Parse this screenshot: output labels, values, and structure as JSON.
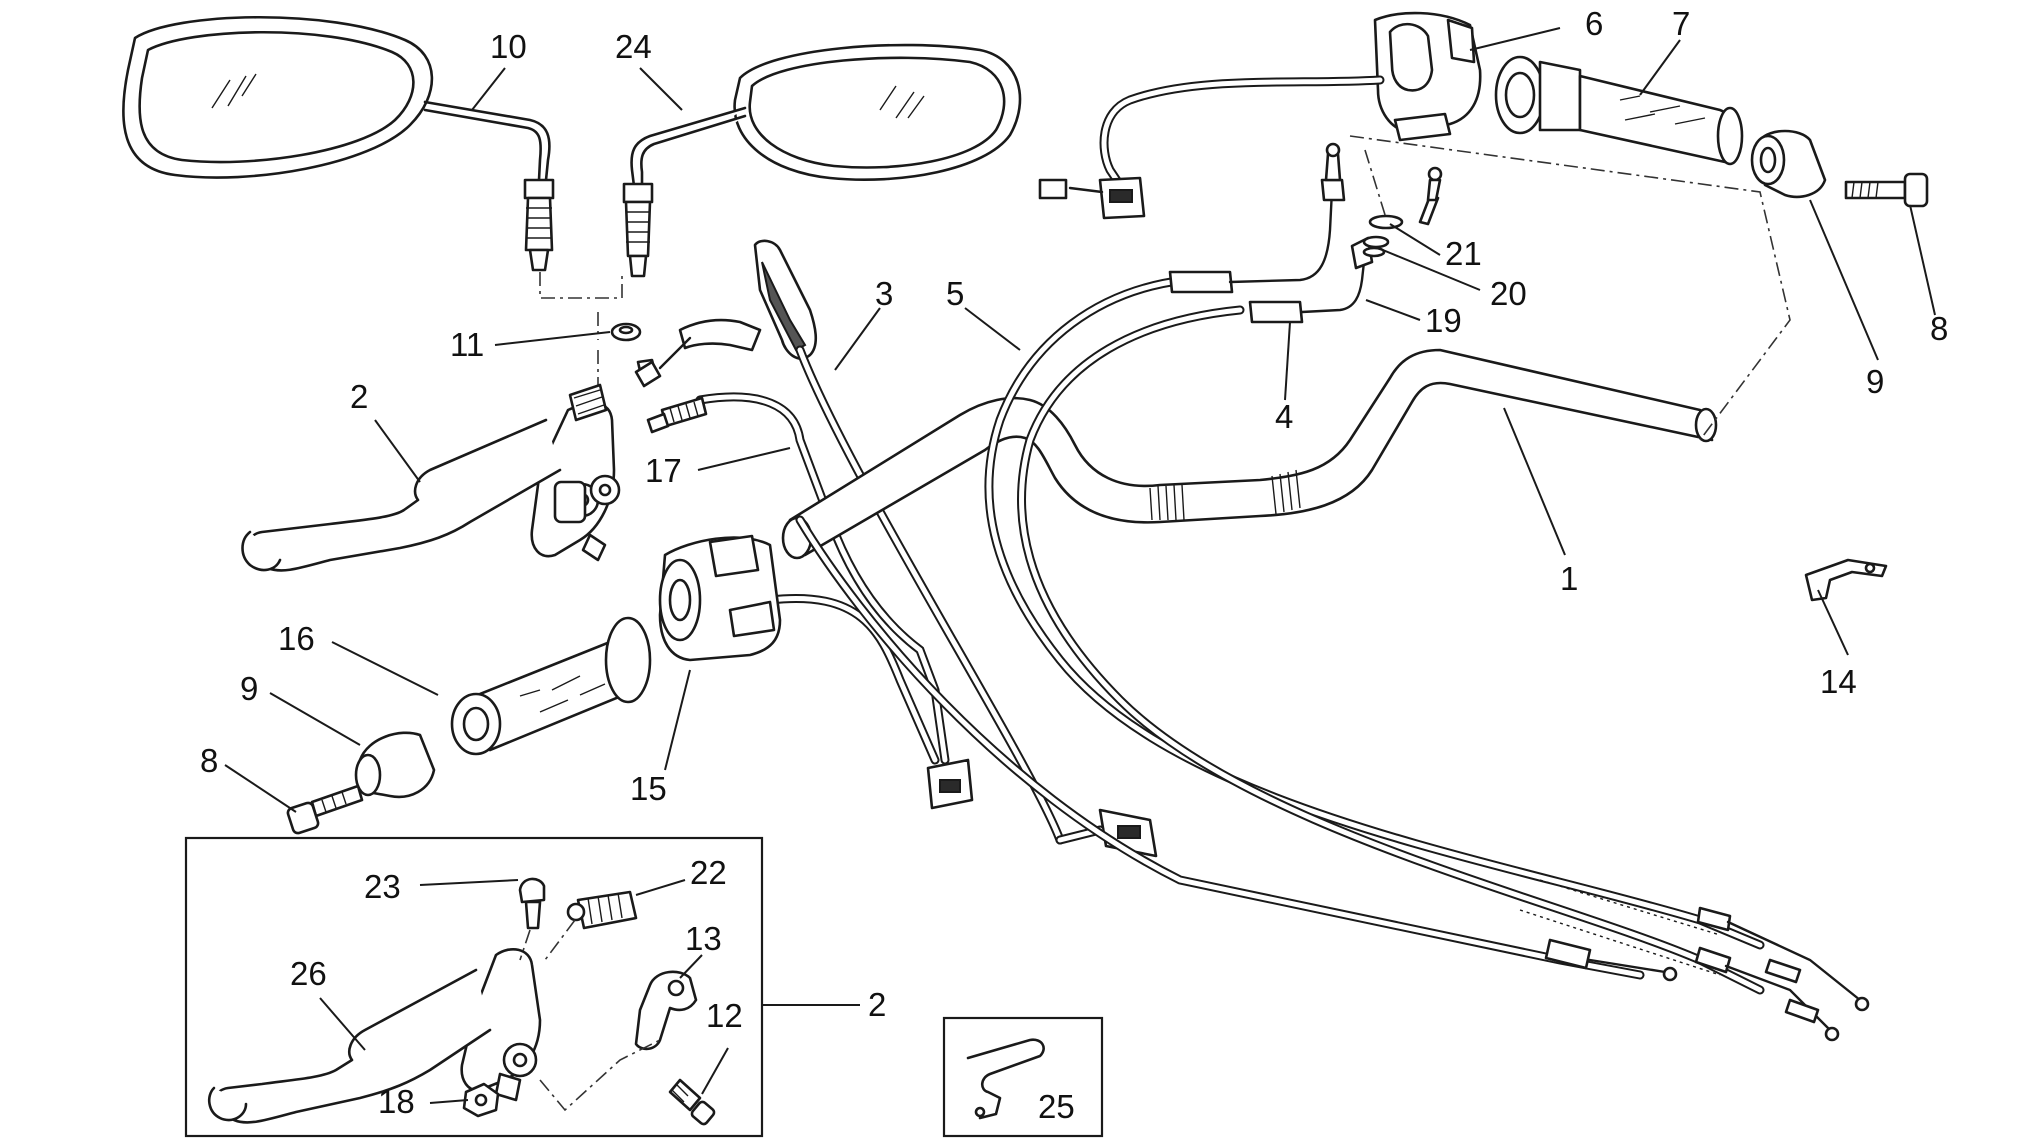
{
  "diagram": {
    "callouts": {
      "c10": "10",
      "c24": "24",
      "c6": "6",
      "c7": "7",
      "c3": "3",
      "c5": "5",
      "c21": "21",
      "c20": "20",
      "c19": "19",
      "c8_right": "8",
      "c9_right": "9",
      "c11": "11",
      "c2_top": "2",
      "c17": "17",
      "c4": "4",
      "c1": "1",
      "c14": "14",
      "c16": "16",
      "c9_left": "9",
      "c8_left": "8",
      "c15": "15",
      "c23": "23",
      "c22": "22",
      "c13": "13",
      "c26": "26",
      "c12": "12",
      "c2_box": "2",
      "c18": "18",
      "c25": "25"
    }
  }
}
